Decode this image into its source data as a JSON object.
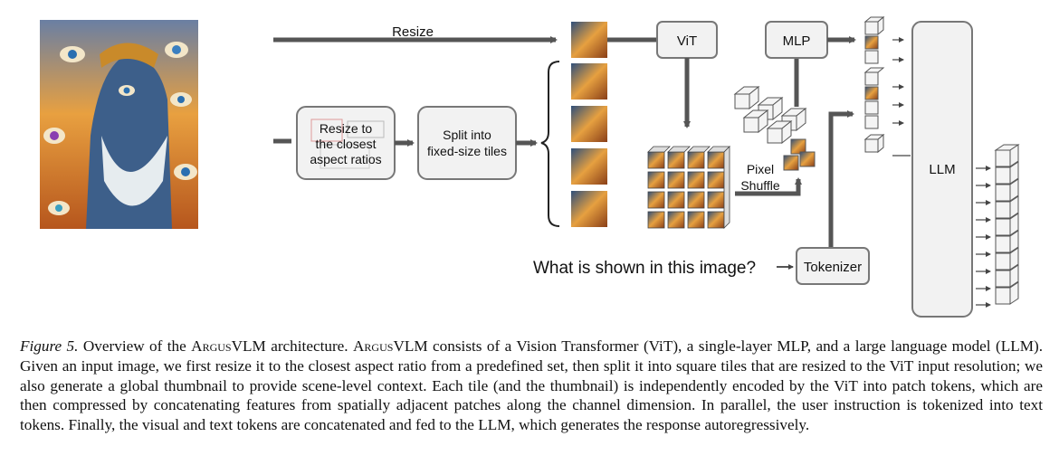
{
  "diagram": {
    "resize_label": "Resize",
    "resize_to_label_lines": [
      "Resize to",
      "the closest",
      "aspect ratios"
    ],
    "split_label_lines": [
      "Split into",
      "fixed-size tiles"
    ],
    "vit_label": "ViT",
    "mlp_label": "MLP",
    "pixel_shuffle_lines": [
      "Pixel",
      "Shuffle"
    ],
    "llm_label": "LLM",
    "tokenizer_label": "Tokenizer",
    "question": "What is shown in this image?"
  },
  "caption": {
    "figure_label": "Figure 5.",
    "model_name": "ArgusVLM",
    "text_1": " Overview of the ",
    "text_2": " architecture. ",
    "text_3": " consists of a Vision Transformer (ViT), a single-layer MLP, and a large language model (LLM). Given an input image, we first resize it to the closest aspect ratio from a predefined set, then split it into square tiles that are resized to the ViT input resolution; we also generate a global thumbnail to provide scene-level context. Each tile (and the thumbnail) is independently encoded by the ViT into patch tokens, which are then compressed by concatenating features from spatially adjacent patches along the channel dimension. In parallel, the user instruction is tokenized into text tokens. Finally, the visual and text tokens are concatenated and fed to the LLM, which generates the response autoregressively."
  },
  "colors": {
    "arrow": "#555555",
    "box_fill": "#f2f2f2",
    "box_stroke": "#777777",
    "painting_sky": "#e08a2a",
    "painting_figure": "#3d5f8a",
    "painting_beard": "#e6ecef"
  }
}
